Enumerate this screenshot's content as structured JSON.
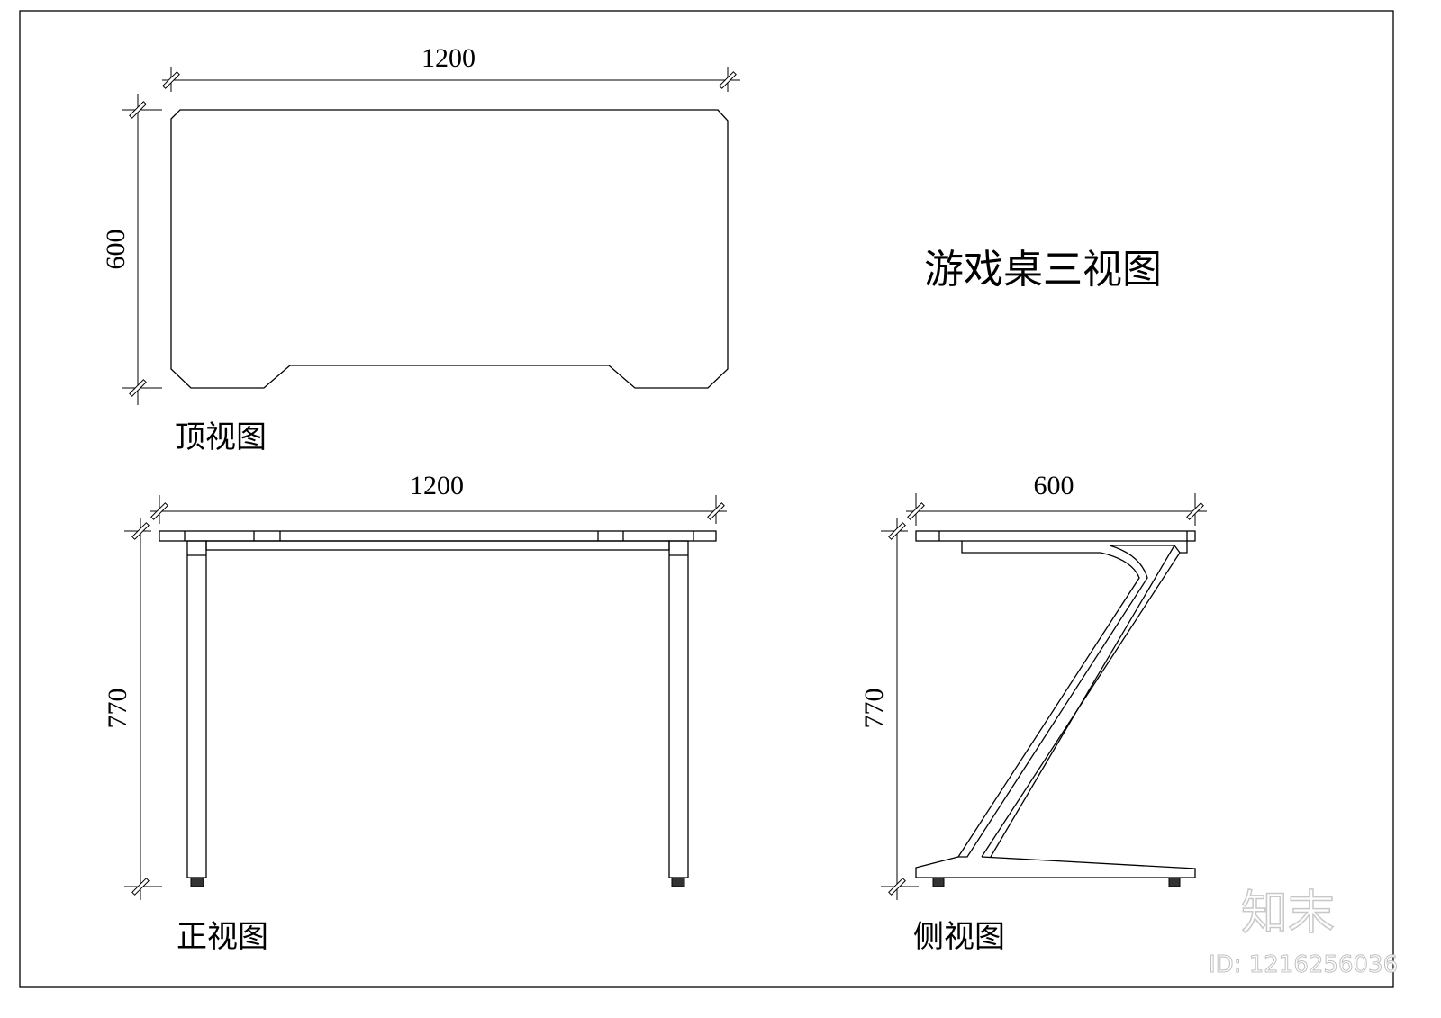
{
  "title": "游戏桌三视图",
  "top_view": {
    "label": "顶视图",
    "width_dim": "1200",
    "depth_dim": "600"
  },
  "front_view": {
    "label": "正视图",
    "width_dim": "1200",
    "height_dim": "770"
  },
  "side_view": {
    "label": "侧视图",
    "depth_dim": "600",
    "height_dim": "770"
  },
  "watermark": {
    "logo": "知末",
    "id": "ID: 1216256036"
  },
  "colors": {
    "line": "#000000",
    "background": "#ffffff"
  }
}
